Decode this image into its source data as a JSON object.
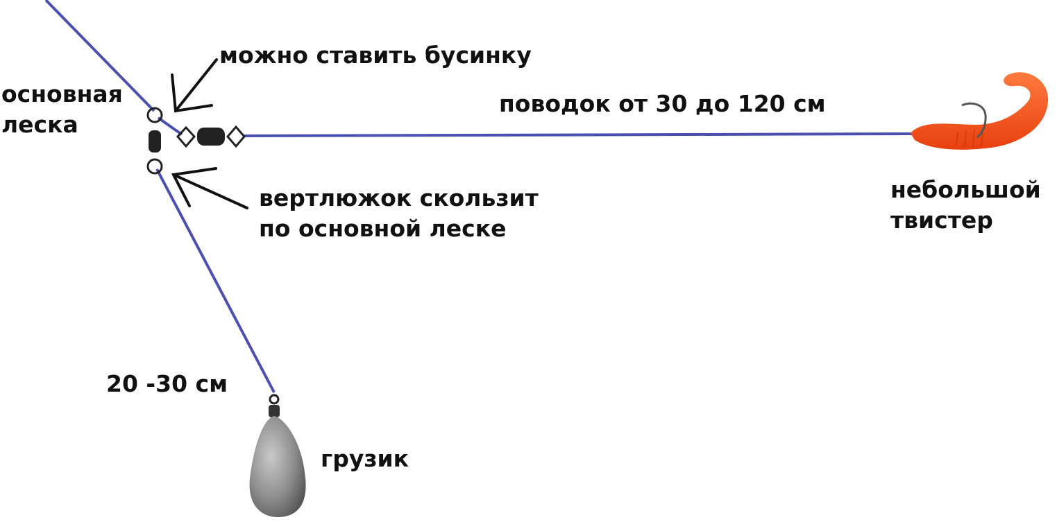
{
  "colors": {
    "line": "#4a4fb0",
    "arrow": "#111111",
    "twister": "#ff5a1f",
    "twister_dark": "#d9380a",
    "sinker": "#8e8e8e",
    "swivel": "#222222",
    "text": "#111111"
  },
  "labels": {
    "main_line": [
      "основная",
      "леска"
    ],
    "bead": "можно ставить бусинку",
    "leader": "поводок от 30 до 120 см",
    "swivel_slides": [
      "вертлюжок скользит",
      "по основной леске"
    ],
    "twister": [
      "небольшой",
      "твистер"
    ],
    "sinker_length": "20 -30 см",
    "sinker": "грузик"
  },
  "icons": {
    "arrow_top": "arrow-icon",
    "arrow_bottom": "arrow-icon",
    "swivel": "triple-swivel-icon",
    "twister": "twister-lure-icon",
    "sinker": "sinker-weight-icon"
  }
}
